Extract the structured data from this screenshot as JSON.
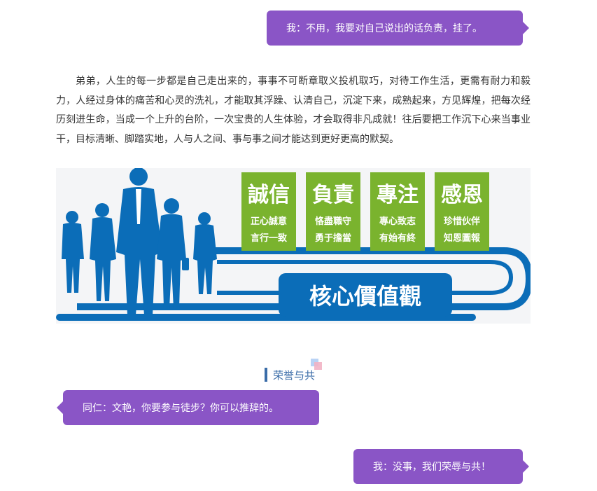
{
  "messages": [
    {
      "side": "right",
      "text": "我：不用，我要对自己说出的话负责，挂了。"
    },
    {
      "side": "left",
      "text": "同仁：文艳，你要参与徒步？你可以推辞的。"
    },
    {
      "side": "right",
      "text": "我：没事，我们荣辱与共！"
    }
  ],
  "paragraph": "弟弟，人生的每一步都是自己走出来的，事事不可断章取义投机取巧，对待工作生活，更需有耐力和毅力，人经过身体的痛苦和心灵的洗礼，才能取其浮躁、认清自己，沉淀下来，成熟起来，方见辉煌，把每次经历刻进生命，当成一个上升的台阶，一次宝贵的人生体验，才会取得非凡成就！往后要把工作沉下心来当事业干，目标清晰、脚踏实地，人与人之间、事与事之间才能达到更好更高的默契。",
  "banner": {
    "cards": [
      {
        "title": "誠信",
        "line1": "正心誠意",
        "line2": "言行一致"
      },
      {
        "title": "負責",
        "line1": "恪盡職守",
        "line2": "勇于擔當"
      },
      {
        "title": "專注",
        "line1": "專心致志",
        "line2": "有始有終"
      },
      {
        "title": "感恩",
        "line1": "珍惜伙伴",
        "line2": "知恩圖報"
      }
    ],
    "core_text": "核心價值觀",
    "colors": {
      "green": "#7ab32e",
      "blue": "#0b6db8"
    }
  },
  "section_title": "荣誉与共",
  "colors": {
    "bubble": "#8a55c6",
    "accent": "#3a6ca8"
  }
}
